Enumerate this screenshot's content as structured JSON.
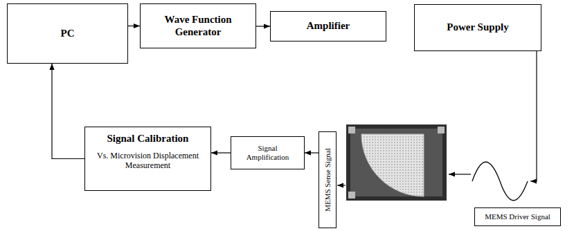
{
  "diagram": {
    "nodes": [
      {
        "text": [
          "PC"
        ]
      },
      {
        "text": [
          "Wave Function Generator"
        ]
      },
      {
        "text": [
          "Amplifier"
        ]
      },
      {
        "text": [
          "Power Supply"
        ]
      },
      {
        "text": [
          "Signal Calibration",
          "Vs. Microvision Displacement Measurement"
        ]
      },
      {
        "text": [
          "Signal Amplification"
        ]
      },
      {
        "text": [
          "MEMS Sense Signal"
        ]
      },
      {
        "text": [
          "MEMS Driver Signal"
        ]
      }
    ],
    "edges": [
      {
        "from": 0,
        "to": 1,
        "arrow": "to"
      },
      {
        "from": 1,
        "to": 2,
        "arrow": "to"
      },
      {
        "from": 6,
        "to": 5,
        "arrow": "to"
      },
      {
        "from": 5,
        "to": 4,
        "arrow": "to"
      },
      {
        "from": 4,
        "to": 0,
        "arrow": "to"
      }
    ]
  }
}
